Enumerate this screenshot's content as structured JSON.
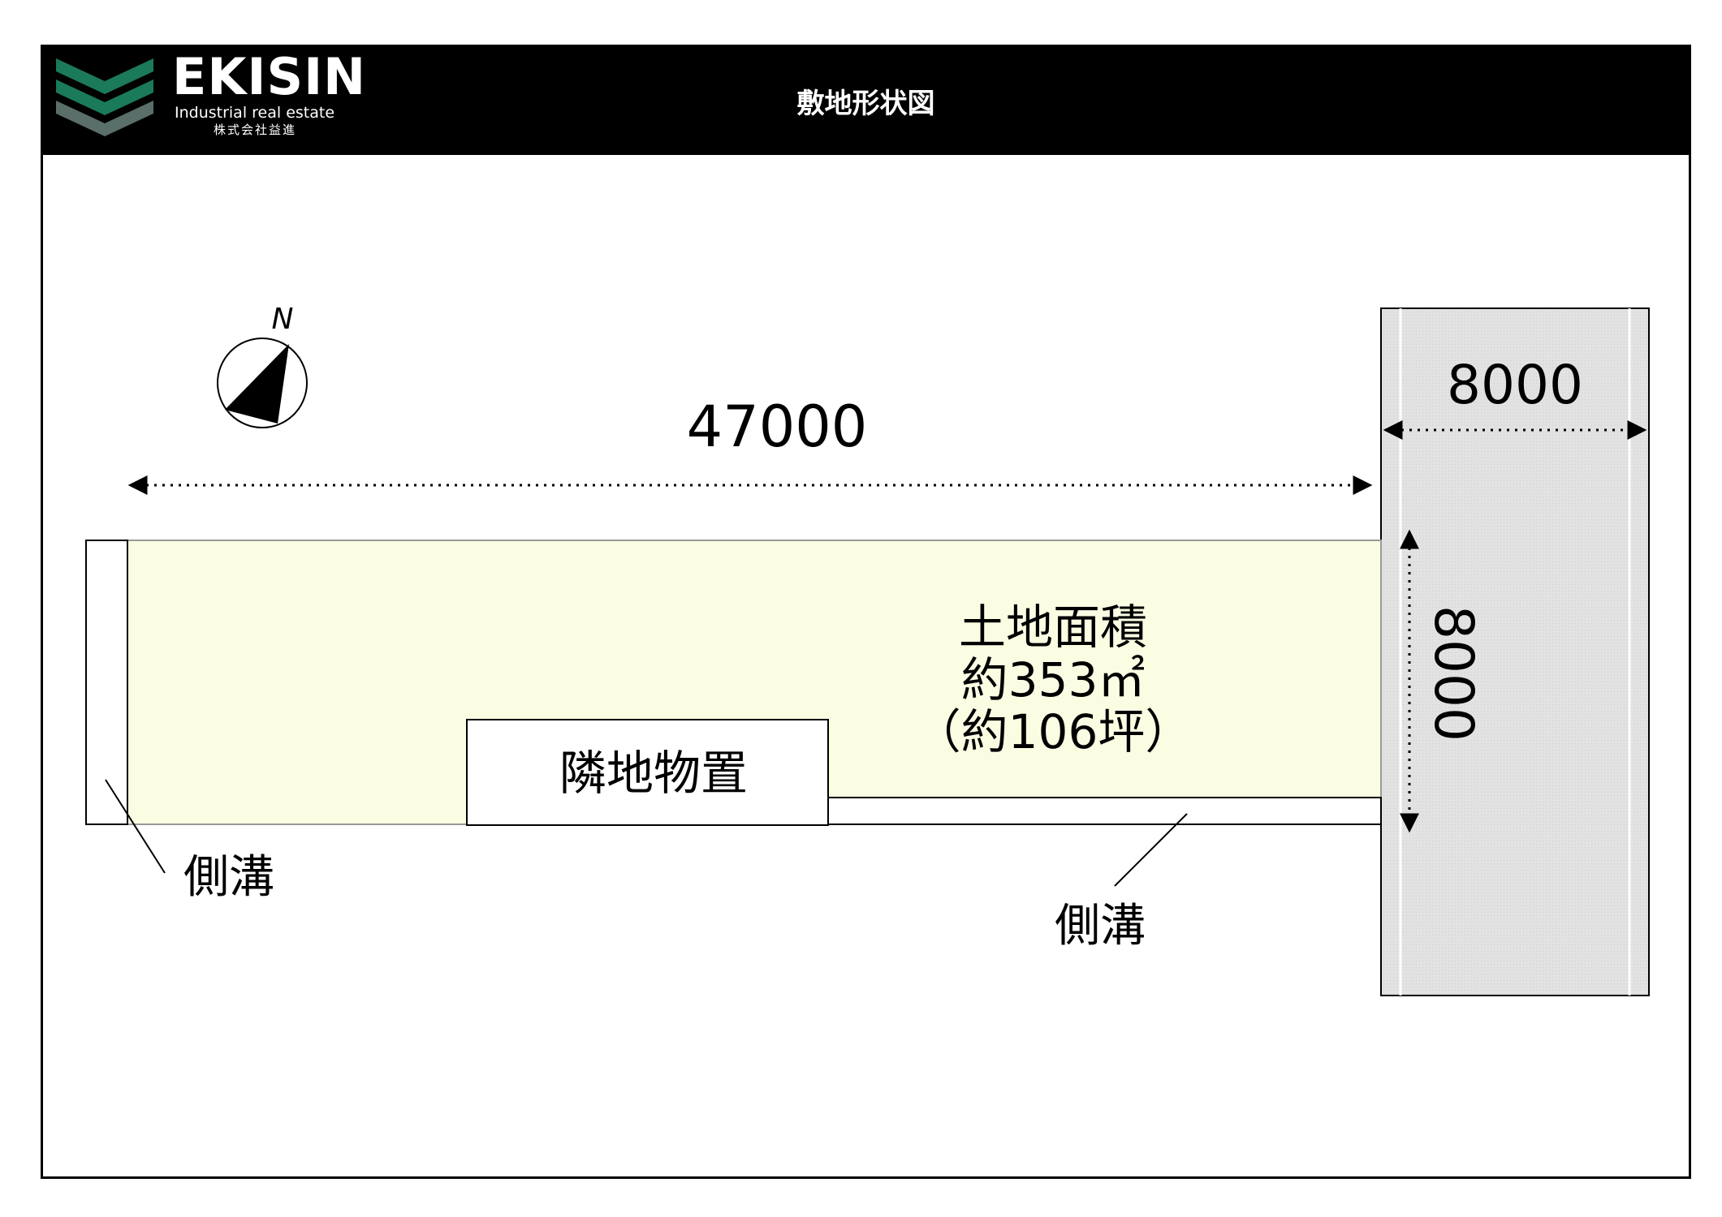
{
  "header": {
    "brand": "EKISIN",
    "tagline": "Industrial real estate",
    "company": "株式会社益進",
    "title": "敷地形状図"
  },
  "plan": {
    "north_label": "N",
    "width_dimension": "47000",
    "road_width_dimension": "8000",
    "depth_dimension": "8000",
    "area_title": "土地面積",
    "area_sqm": "約353㎡",
    "area_tsubo": "（約106坪）",
    "neighbor_label": "隣地物置",
    "ditch_left_label": "側溝",
    "ditch_bottom_label": "側溝"
  },
  "colors": {
    "land_fill": "#fbfde3",
    "road_fill": "#e4e4e4",
    "logo_green": "#1a7a5a",
    "logo_gray": "#5a6e6a"
  }
}
